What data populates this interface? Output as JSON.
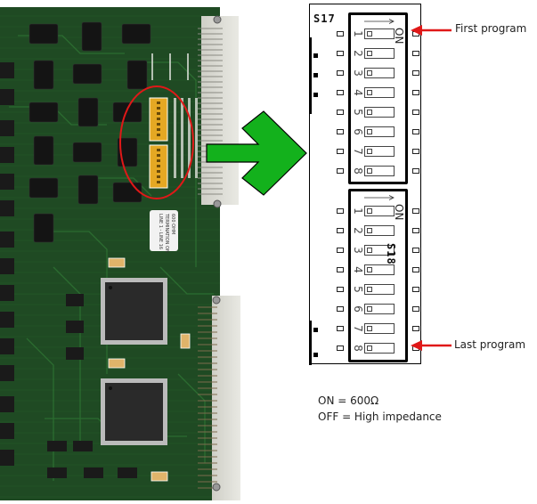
{
  "photo": {
    "subject": "circuit-board",
    "board_color": "#1e4a22",
    "dip_switch_color": "#e5a823",
    "highlight_ellipse_color": "#e01818",
    "sticker_lines": [
      "600 OHM",
      "TERMINATION ON",
      "LINE 1 - LINE 16"
    ]
  },
  "pointer_arrow": {
    "icon": "right-arrow-icon",
    "color": "#13b11c"
  },
  "diagram": {
    "switches": [
      {
        "id": "S17",
        "label": "S17",
        "on_label": "ON",
        "positions": [
          "1",
          "2",
          "3",
          "4",
          "5",
          "6",
          "7",
          "8"
        ]
      },
      {
        "id": "S18",
        "label": "S18",
        "on_label": "ON",
        "positions": [
          "1",
          "2",
          "3",
          "4",
          "5",
          "6",
          "7",
          "8"
        ]
      }
    ]
  },
  "callouts": {
    "first": {
      "text": "First program",
      "icon": "left-arrow-icon",
      "color": "#e01818"
    },
    "last": {
      "text": "Last program",
      "icon": "left-arrow-icon",
      "color": "#e01818"
    }
  },
  "notes": {
    "on": "ON = 600Ω",
    "off": "OFF = High impedance"
  }
}
